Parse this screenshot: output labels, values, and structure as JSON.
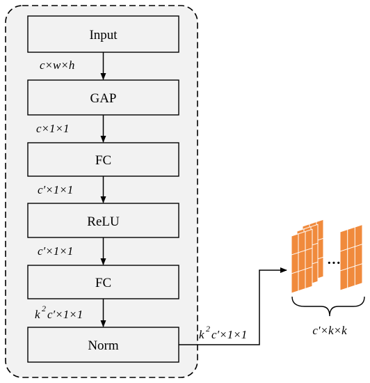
{
  "diagram": {
    "blocks": [
      {
        "id": "input",
        "label": "Input"
      },
      {
        "id": "gap",
        "label": "GAP"
      },
      {
        "id": "fc1",
        "label": "FC"
      },
      {
        "id": "relu",
        "label": "ReLU"
      },
      {
        "id": "fc2",
        "label": "FC"
      },
      {
        "id": "norm",
        "label": "Norm"
      }
    ],
    "edge_labels": {
      "input_gap": "c×w×h",
      "gap_fc1": "c×1×1",
      "fc1_relu": "c′×1×1",
      "relu_fc2": "c′×1×1",
      "fc2_norm_sup": "2",
      "fc2_norm_a": "k",
      "fc2_norm_b": "c′×1×1",
      "norm_out_sup": "2",
      "norm_out_a": "k",
      "norm_out_b": "c′×1×1"
    },
    "kernel_label": "c′×k×k",
    "ellipsis": "···",
    "colors": {
      "container_fill": "#f2f2f2",
      "block_fill": "#f2f2f2",
      "kernel_orange": "#f08a3c",
      "line": "#000000"
    }
  }
}
